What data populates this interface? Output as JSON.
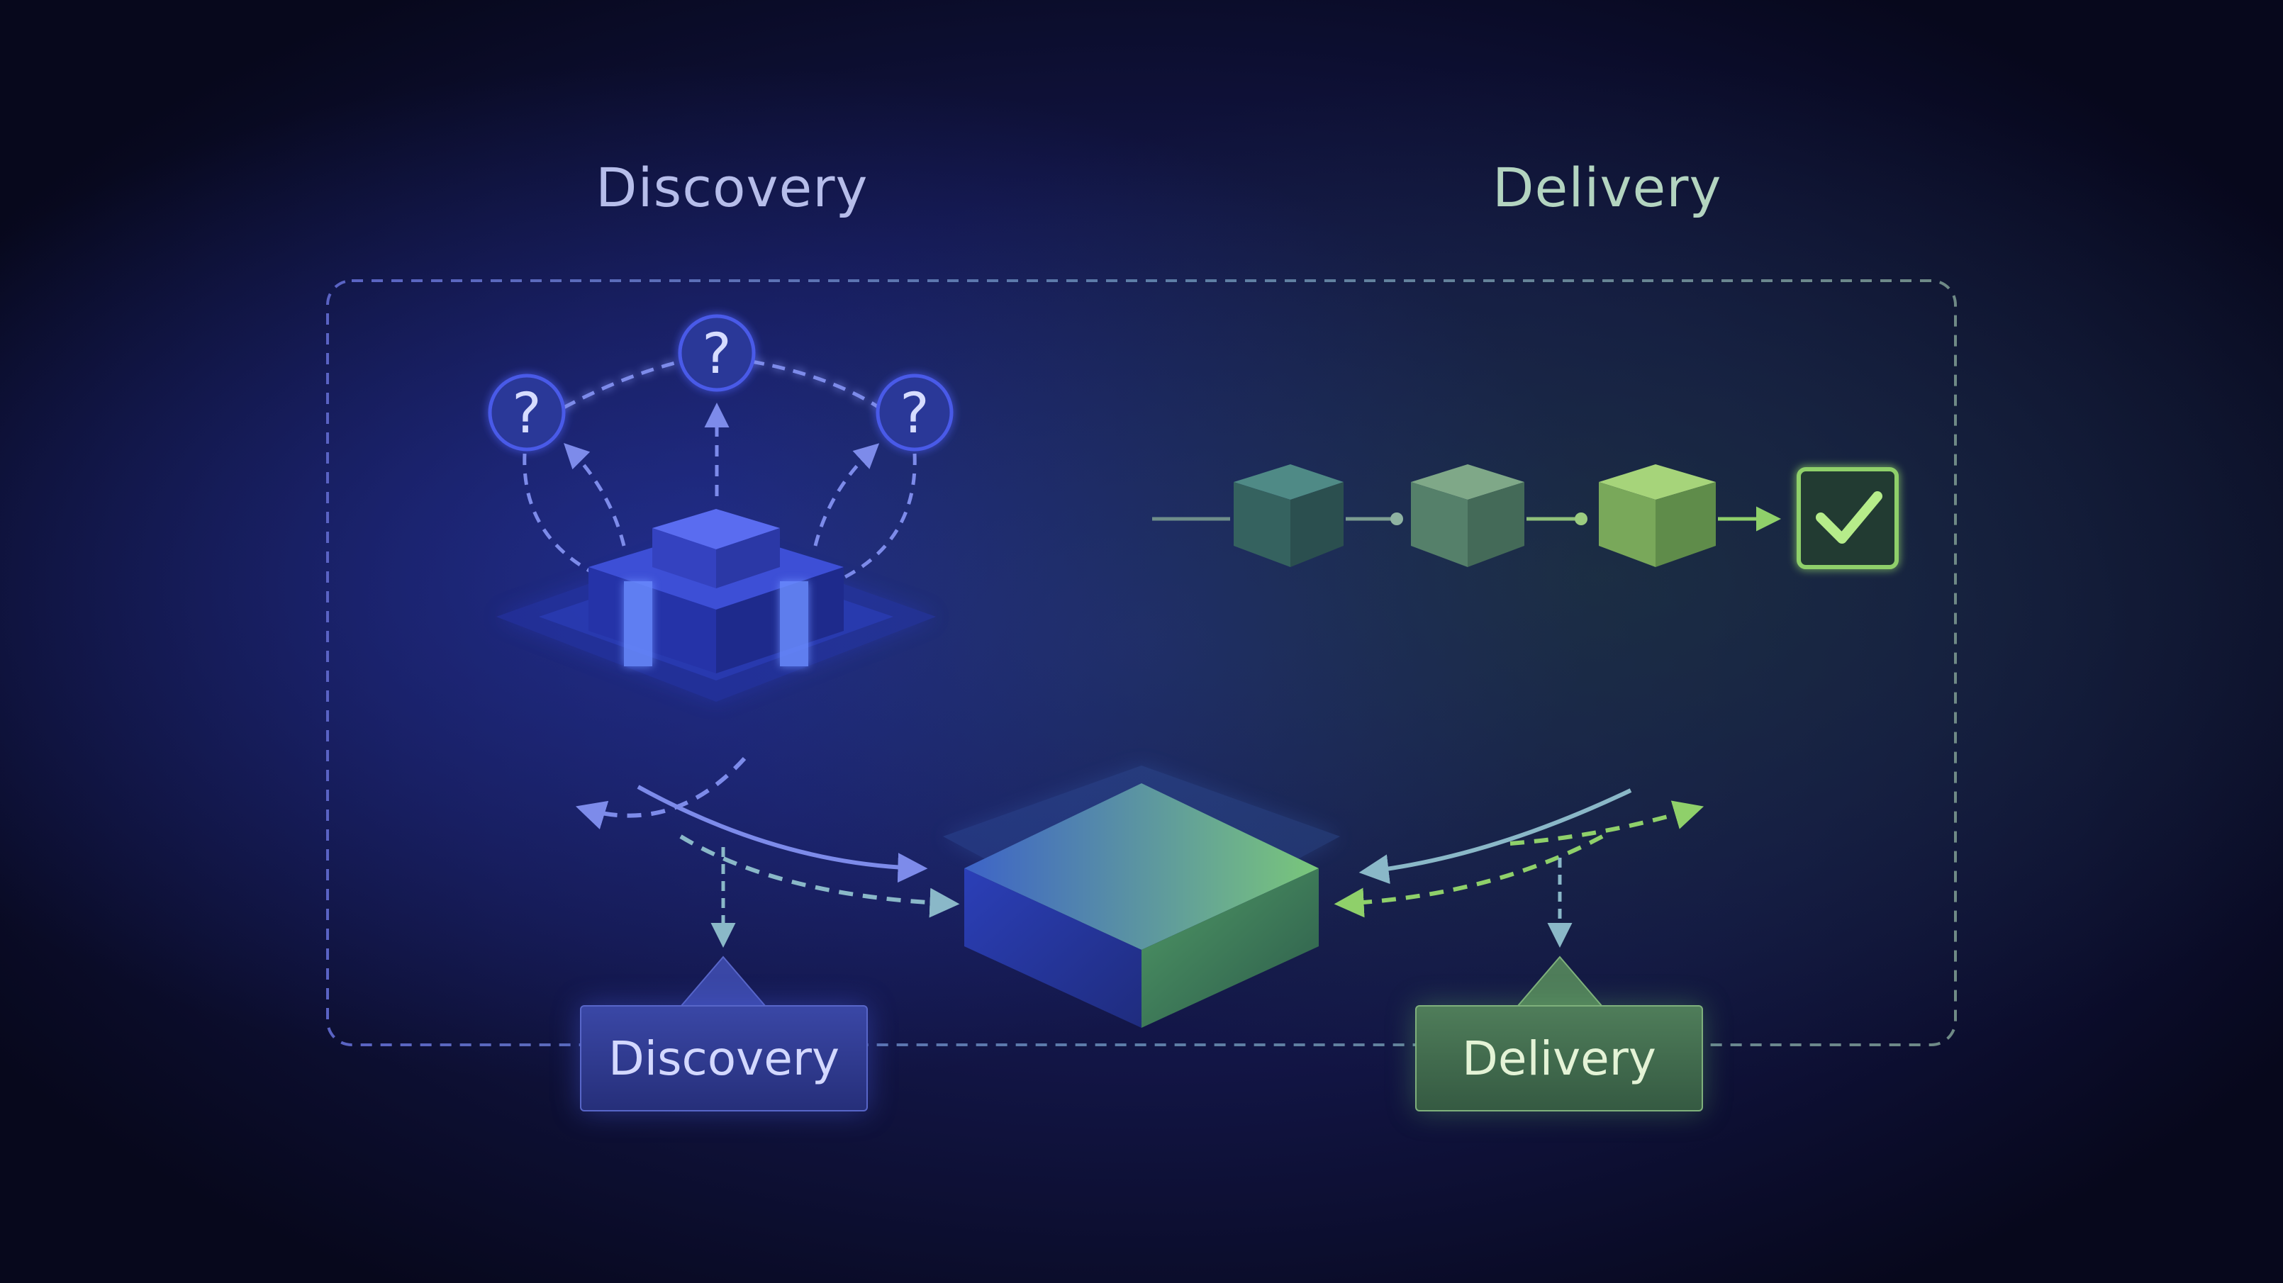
{
  "headings": {
    "left": "Discovery",
    "right": "Delivery"
  },
  "tags": {
    "left": "Discovery",
    "right": "Delivery"
  },
  "icons": {
    "question_nodes": [
      "?",
      "?",
      "?"
    ],
    "check": "check-icon"
  },
  "colors": {
    "background": "#0c0d2a",
    "discovery": "#4a5ae8",
    "delivery": "#8fd06a"
  }
}
